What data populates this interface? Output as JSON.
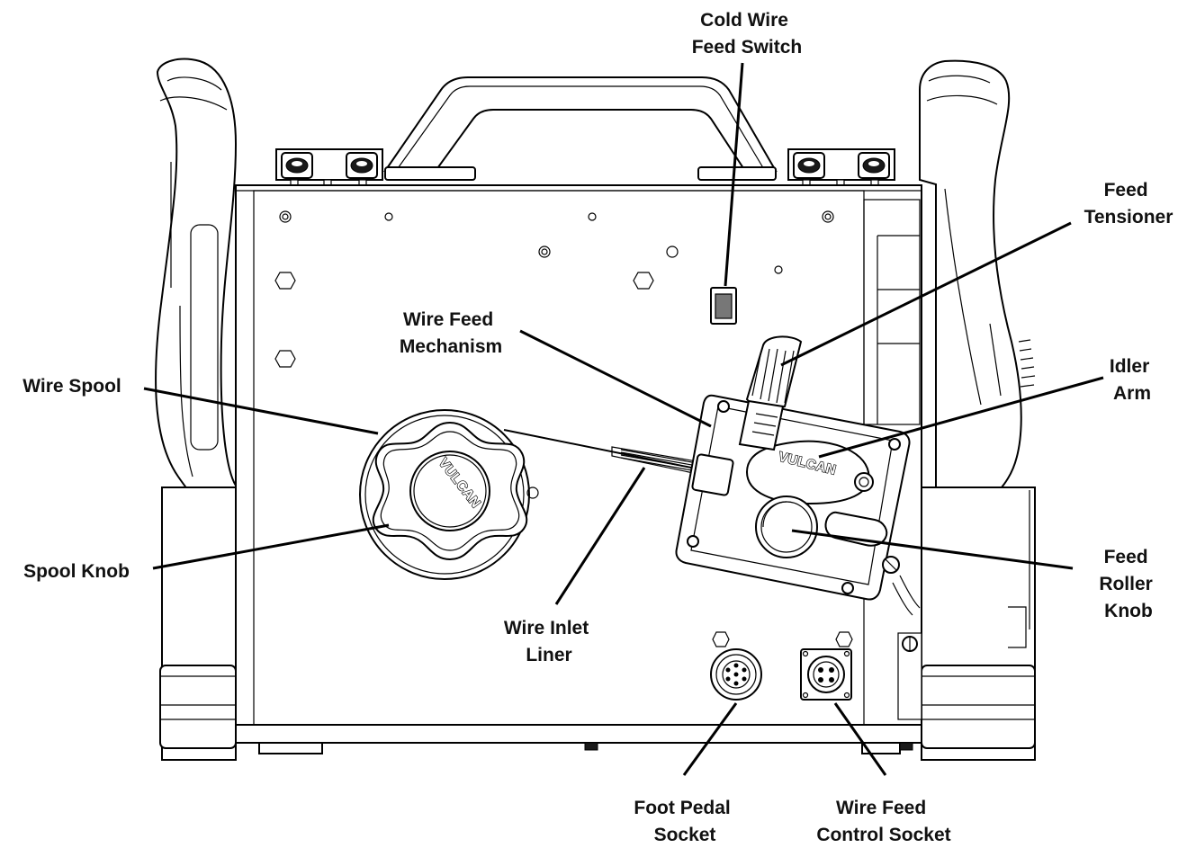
{
  "labels": {
    "cold_wire_feed_switch": [
      "Cold Wire",
      "Feed Switch"
    ],
    "feed_tensioner": [
      "Feed",
      "Tensioner"
    ],
    "wire_feed_mechanism": [
      "Wire Feed",
      "Mechanism"
    ],
    "idler_arm": [
      "Idler",
      "Arm"
    ],
    "wire_spool": [
      "Wire Spool"
    ],
    "spool_knob": [
      "Spool Knob"
    ],
    "wire_inlet_liner": [
      "Wire Inlet",
      "Liner"
    ],
    "feed_roller_knob": [
      "Feed",
      "Roller",
      "Knob"
    ],
    "foot_pedal_socket": [
      "Foot Pedal",
      "Socket"
    ],
    "wire_feed_control_socket": [
      "Wire Feed",
      "Control Socket"
    ]
  },
  "brand_marks": {
    "spool_knob_logo": "VULCAN",
    "idler_arm_logo": "VULCAN"
  },
  "colors": {
    "line": "#000000",
    "background": "#ffffff"
  }
}
